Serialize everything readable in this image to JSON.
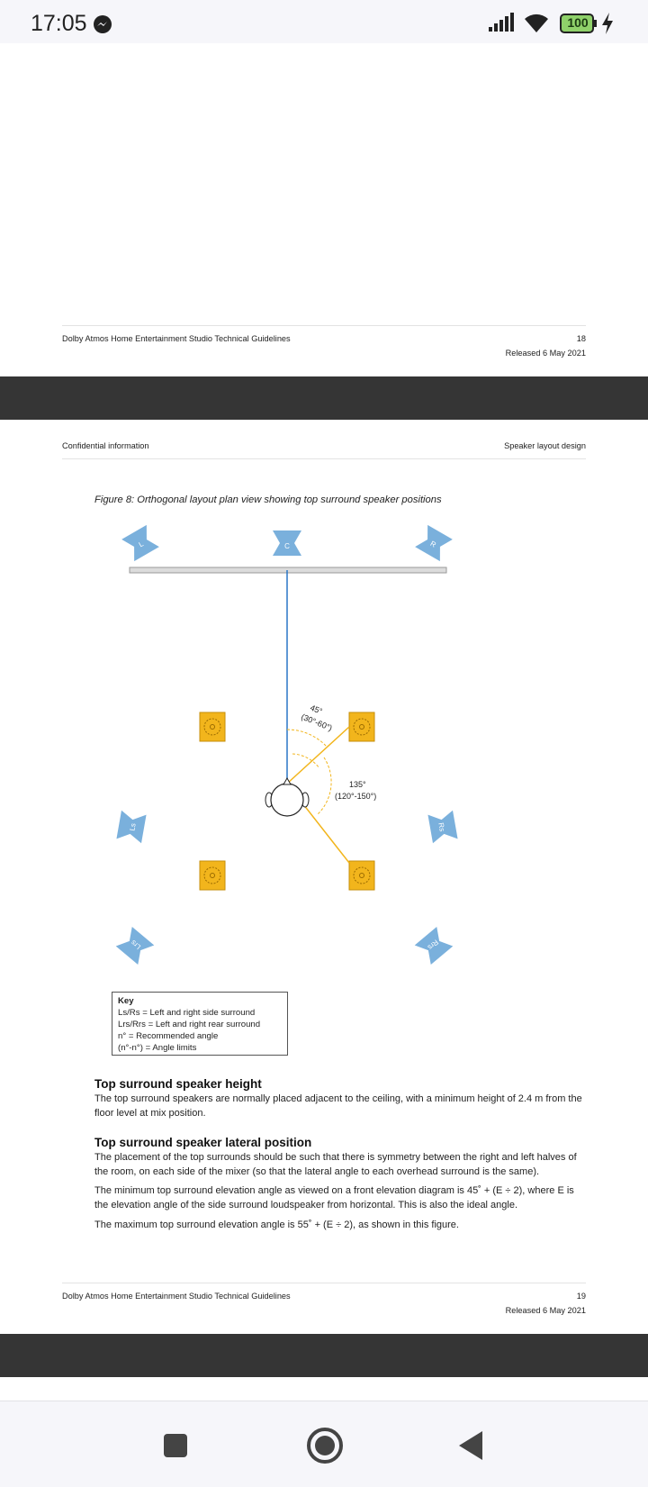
{
  "status_bar": {
    "time": "17:05",
    "battery": "100",
    "icons": [
      "messenger-icon",
      "signal-icon",
      "wifi-icon",
      "battery-icon",
      "charging-bolt-icon"
    ]
  },
  "page18_footer": {
    "doc_title": "Dolby Atmos Home Entertainment Studio Technical Guidelines",
    "page_number": "18",
    "release": "Released 6 May 2021"
  },
  "page19_header": {
    "left": "Confidential information",
    "right": "Speaker layout design"
  },
  "figure": {
    "caption": "Figure 8: Orthogonal layout plan view showing top surround speaker positions",
    "speakers": [
      "L",
      "C",
      "R",
      "Ls",
      "Rs",
      "Lrs",
      "Rrs"
    ],
    "angle_front": "45°",
    "angle_front_limits": "(30°-60°)",
    "angle_rear": "135°",
    "angle_rear_limits": "(120°-150°)",
    "colors": {
      "speaker": "#7ab0dc",
      "top_surround": "#f2b51c",
      "angle_line": "#f2b51c",
      "center_line": "#2a76c7"
    }
  },
  "key": {
    "title": "Key",
    "lines": [
      "Ls/Rs = Left and right side surround",
      "Lrs/Rrs = Left and right rear surround",
      "n° =  Recommended angle",
      "(n°-n°) = Angle limits"
    ]
  },
  "sections": [
    {
      "heading": "Top surround speaker height",
      "paragraphs": [
        "The top surround speakers are normally placed adjacent to the ceiling, with a minimum height of 2.4 m from the floor level at mix position."
      ]
    },
    {
      "heading": "Top surround speaker lateral position",
      "paragraphs": [
        "The placement of the top surrounds should be such that there is symmetry between the right and left halves of the room, on each side of the mixer (so that the lateral angle to each overhead surround is the same).",
        "The minimum top surround elevation angle as viewed on a front elevation diagram is 45˚ + (E ÷ 2), where E is the elevation angle of the side surround loudspeaker from horizontal. This is also the ideal angle.",
        "The maximum top surround elevation angle is 55˚ + (E ÷ 2), as shown in this figure."
      ]
    }
  ],
  "page19_footer": {
    "doc_title": "Dolby Atmos Home Entertainment Studio Technical Guidelines",
    "page_number": "19",
    "release": "Released 6 May 2021"
  },
  "navbar": {
    "buttons": [
      "recents-button",
      "home-button",
      "back-button"
    ]
  }
}
